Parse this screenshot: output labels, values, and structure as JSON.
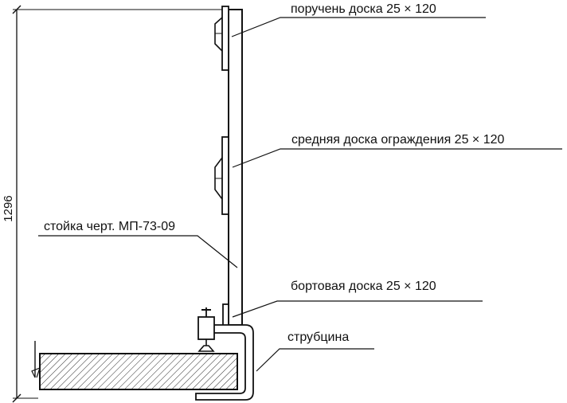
{
  "diagram": {
    "dimension_label": "1296",
    "labels": {
      "handrail": "поручень доска 25 × 120",
      "middle_board": "средняя доска ограждения 25 × 120",
      "post": "стойка черт. МП-73-09",
      "toe_board": "бортовая доска 25 × 120",
      "clamp": "струбцина"
    }
  },
  "colors": {
    "ink": "#111111",
    "background": "#ffffff"
  }
}
